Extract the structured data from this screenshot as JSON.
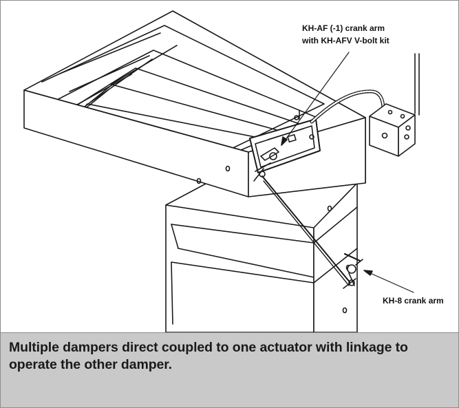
{
  "callouts": {
    "actuator_line1": "KH-AF (-1) crank arm",
    "actuator_line2": "with KH-AFV V-bolt kit",
    "crank_arm": "KH-8 crank arm"
  },
  "caption": "Multiple dampers direct coupled to one actuator with linkage to operate the other damper.",
  "colors": {
    "caption_bg": "#c9c9c9",
    "line": "#1a1a1a"
  }
}
